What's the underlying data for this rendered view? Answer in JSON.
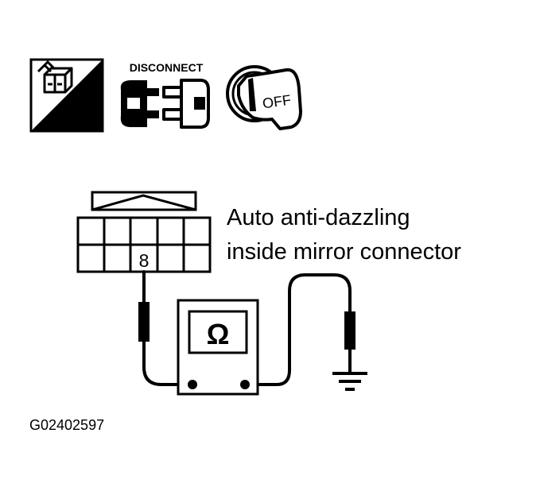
{
  "icons": {
    "ts_label": "T.S.",
    "disconnect_label": "DISCONNECT",
    "ignition_label": "OFF",
    "ts_icon": "test-stand-icon",
    "disconnect_icon": "connector-disconnect-icon",
    "ignition_icon": "ignition-key-off-icon"
  },
  "connector": {
    "pin_label": "8",
    "caption_line1": "Auto anti-dazzling",
    "caption_line2": "inside mirror connector"
  },
  "meter": {
    "symbol": "Ω"
  },
  "figure_id": "G02402597"
}
